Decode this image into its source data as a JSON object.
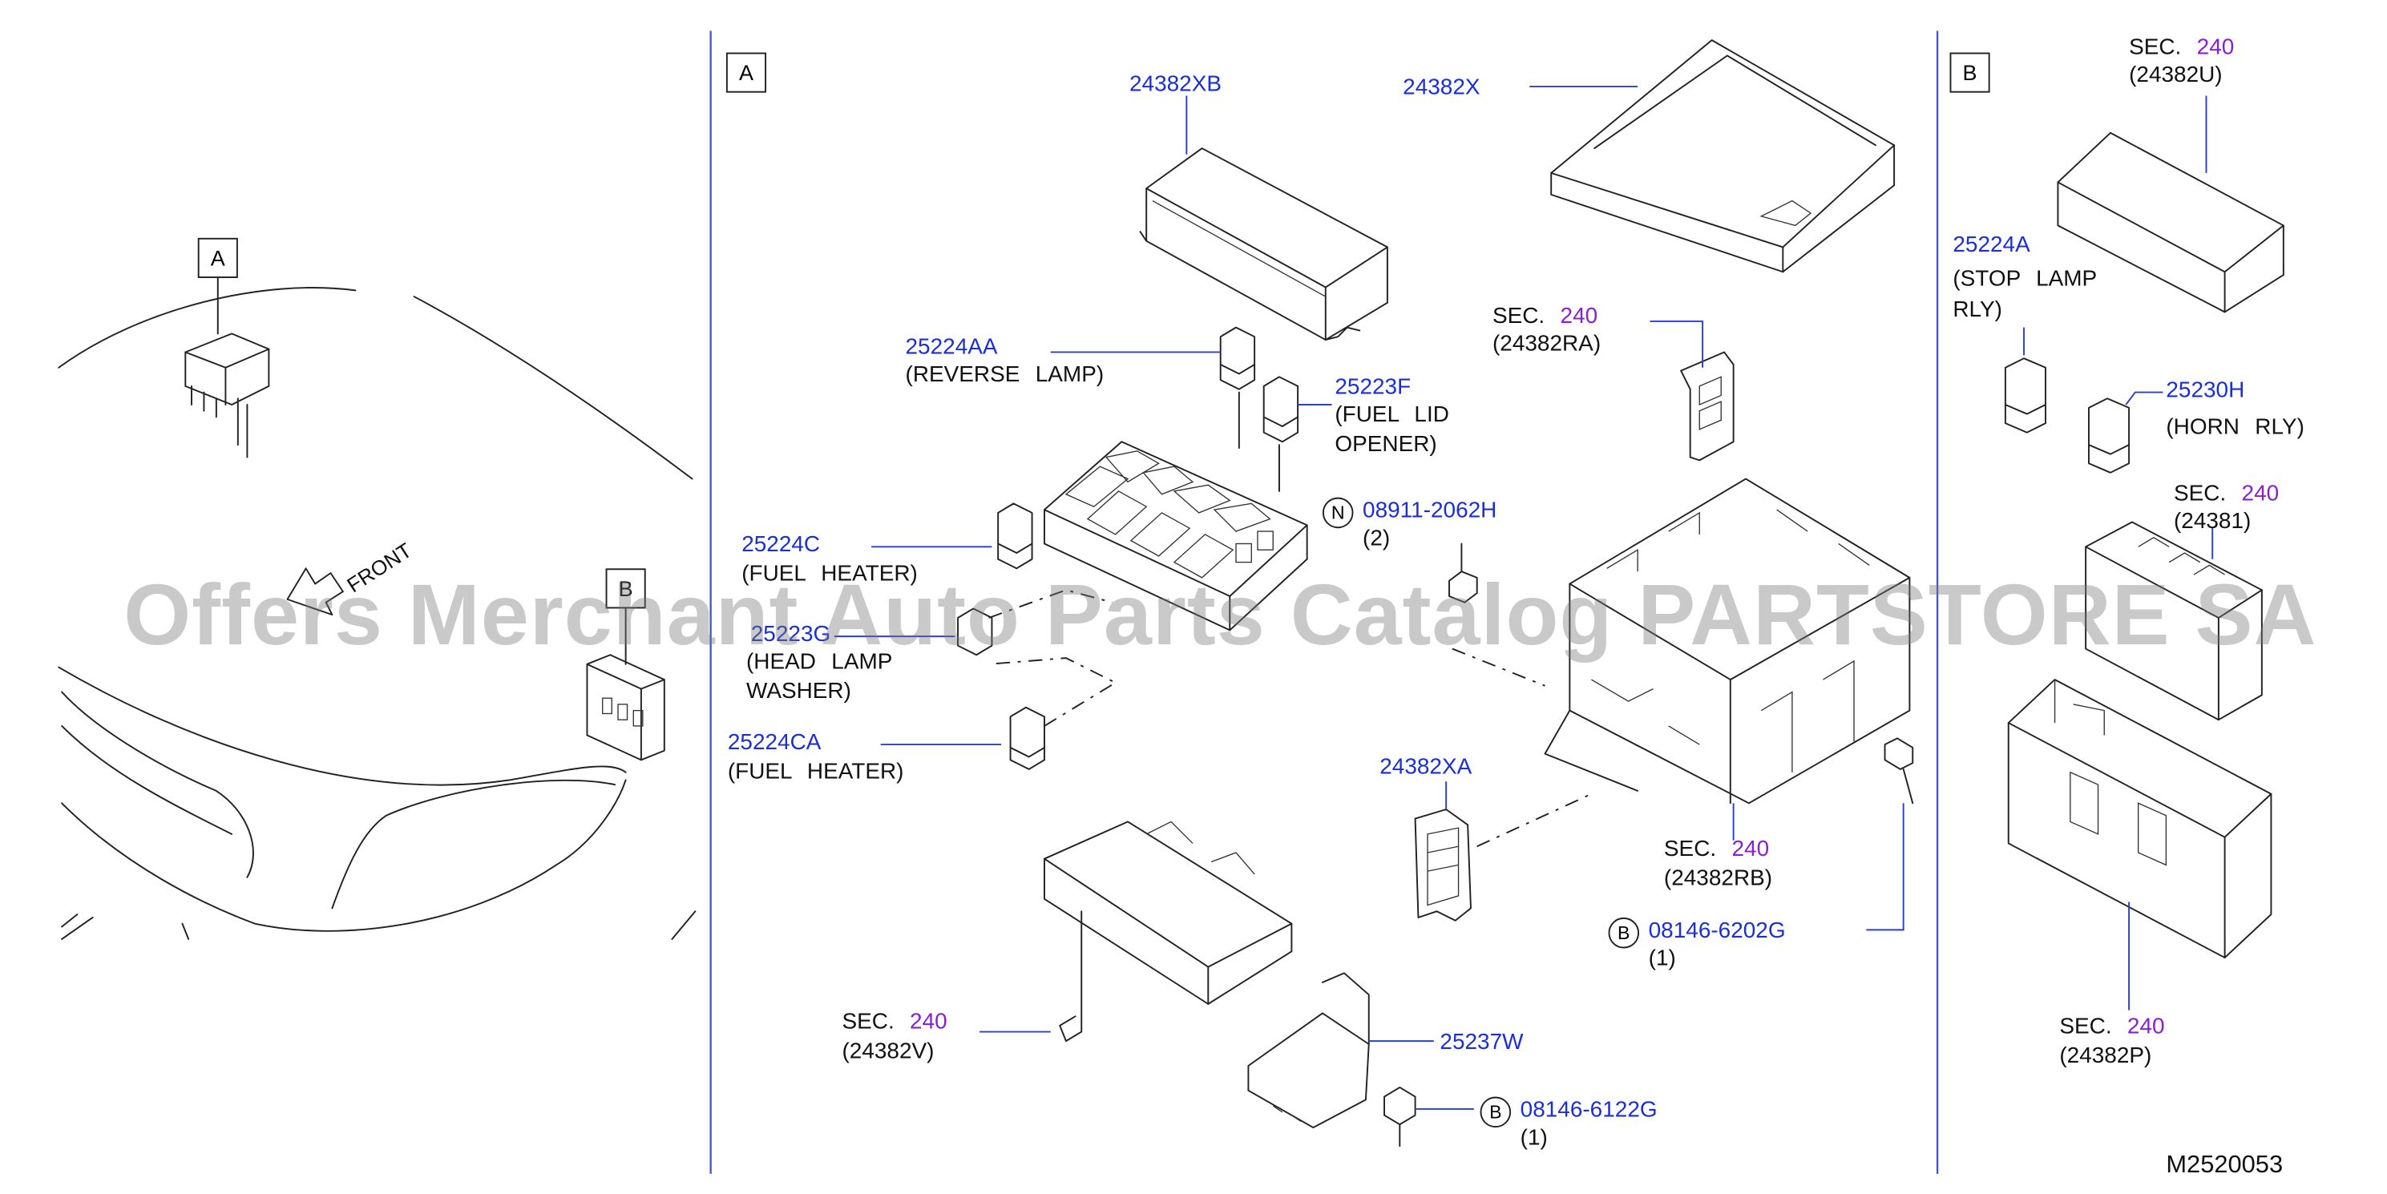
{
  "panels": {
    "a": "A",
    "b": "B",
    "overview_a": "A",
    "overview_b": "B"
  },
  "front_label": "FRONT",
  "watermark": "Offers Merchant Auto Parts Catalog PARTSTORE SA",
  "drawing_number": "M2520053",
  "circle_marks": {
    "n": "N",
    "b1": "B",
    "b2": "B"
  },
  "parts": {
    "p24382XB": {
      "num": "24382XB"
    },
    "p24382X": {
      "num": "24382X"
    },
    "p25224AA": {
      "num": "25224AA",
      "desc": "(REVERSE LAMP)"
    },
    "p25223F": {
      "num": "25223F",
      "desc1": "(FUEL LID",
      "desc2": "OPENER)"
    },
    "p08911": {
      "num": "08911-2062H",
      "qty": "(2)"
    },
    "p25224C": {
      "num": "25224C",
      "desc": "(FUEL HEATER)"
    },
    "p25223G": {
      "num": "25223G",
      "desc1": "(HEAD LAMP",
      "desc2": "WASHER)"
    },
    "p25224CA": {
      "num": "25224CA",
      "desc": "(FUEL HEATER)"
    },
    "p24382XA": {
      "num": "24382XA"
    },
    "p08146_6202G": {
      "num": "08146-6202G",
      "qty": "(1)"
    },
    "p25237W": {
      "num": "25237W"
    },
    "p08146_6122G": {
      "num": "08146-6122G",
      "qty": "(1)"
    },
    "p25224A": {
      "num": "25224A",
      "desc1": "(STOP LAMP",
      "desc2": "RLY)"
    },
    "p25230H": {
      "num": "25230H",
      "desc": "(HORN RLY)"
    }
  },
  "sections": {
    "s24382RA": {
      "sec": "SEC.",
      "num": "240",
      "ref": "(24382RA)"
    },
    "s24382RB": {
      "sec": "SEC.",
      "num": "240",
      "ref": "(24382RB)"
    },
    "s24382V": {
      "sec": "SEC.",
      "num": "240",
      "ref": "(24382V)"
    },
    "s24382U": {
      "sec": "SEC.",
      "num": "240",
      "ref": "(24382U)"
    },
    "s24381": {
      "sec": "SEC.",
      "num": "240",
      "ref": "(24381)"
    },
    "s24382P": {
      "sec": "SEC.",
      "num": "240",
      "ref": "(24382P)"
    }
  },
  "colors": {
    "part_number": "#1a2fd6",
    "section_number": "#8a1fd2",
    "divider": "#4055c8"
  }
}
